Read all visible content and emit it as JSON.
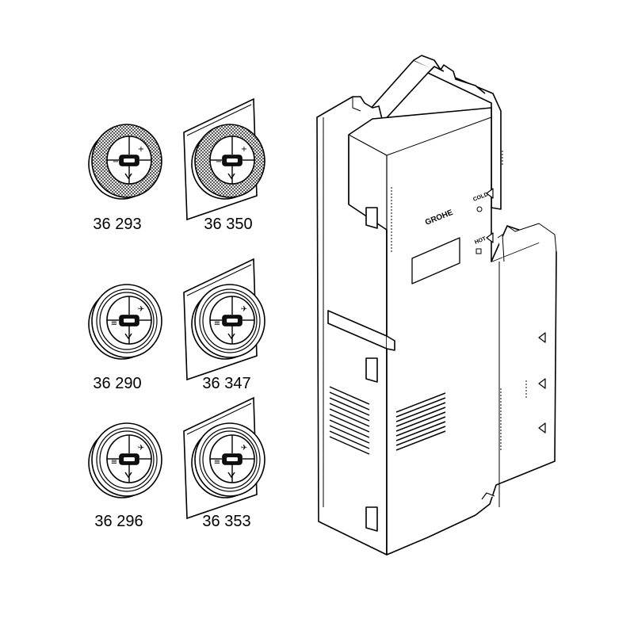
{
  "parts": [
    {
      "number": "36 293",
      "style": "knurled",
      "plate": false
    },
    {
      "number": "36 350",
      "style": "knurled",
      "plate": true
    },
    {
      "number": "36 290",
      "style": "grooved",
      "plate": false
    },
    {
      "number": "36 347",
      "style": "grooved",
      "plate": true
    },
    {
      "number": "36 296",
      "style": "grooved",
      "plate": false
    },
    {
      "number": "36 353",
      "style": "grooved",
      "plate": true
    }
  ],
  "housing": {
    "brand_text": "GROHE",
    "cold_label": "COLD",
    "hot_label": "HOT"
  }
}
